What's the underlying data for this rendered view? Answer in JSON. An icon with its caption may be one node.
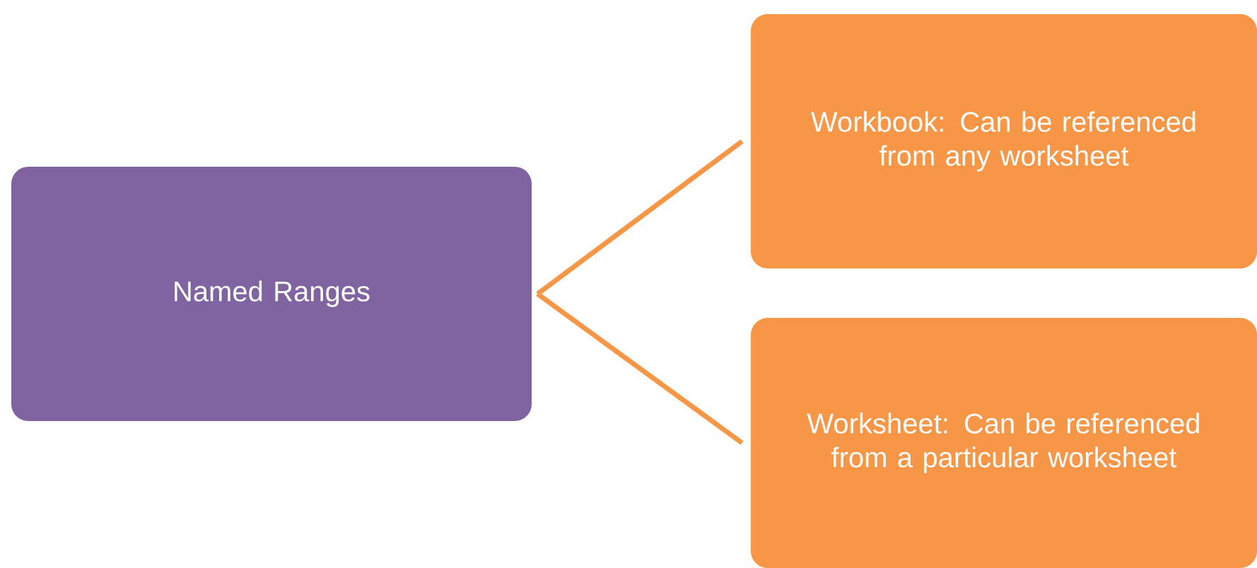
{
  "diagram": {
    "nodes": [
      {
        "text": [
          "Named Ranges"
        ]
      },
      {
        "text": [
          "Workbook: Can be referenced from any worksheet"
        ]
      },
      {
        "text": [
          "Worksheet: Can be referenced from a particular worksheet"
        ]
      }
    ],
    "edges": [
      {
        "from": 0,
        "to": 1,
        "arrow": "none"
      },
      {
        "from": 0,
        "to": 2,
        "arrow": "none"
      }
    ]
  }
}
